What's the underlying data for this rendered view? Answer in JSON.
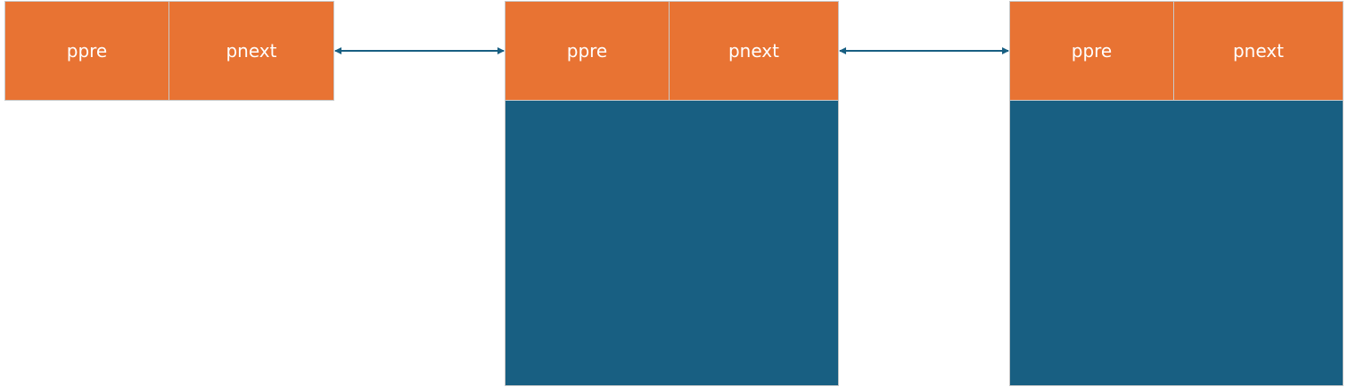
{
  "colors": {
    "header_fill": "#e87333",
    "body_fill": "#185f82",
    "arrow": "#185f82",
    "text": "#ffffff"
  },
  "nodes": [
    {
      "ppre_label": "ppre",
      "pnext_label": "pnext",
      "has_body": false
    },
    {
      "ppre_label": "ppre",
      "pnext_label": "pnext",
      "has_body": true
    },
    {
      "ppre_label": "ppre",
      "pnext_label": "pnext",
      "has_body": true
    }
  ],
  "links": [
    {
      "from": 0,
      "to": 1,
      "type": "bidirectional-arrow"
    },
    {
      "from": 1,
      "to": 2,
      "type": "bidirectional-arrow"
    }
  ]
}
